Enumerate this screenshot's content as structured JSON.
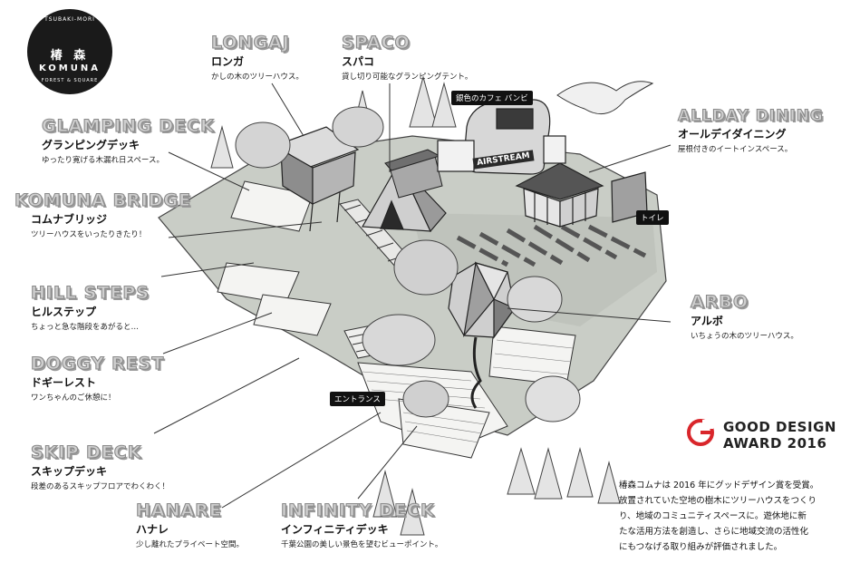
{
  "logo": {
    "top_text": "TSUBAKI-MORI",
    "kanji": "椿 森",
    "name": "KOMUNA",
    "bottom_text": "FOREST & SQUARE"
  },
  "spots": {
    "longaj": {
      "title": "LONGAJ",
      "jp": "ロンガ",
      "desc": "かしの木のツリーハウス。"
    },
    "spaco": {
      "title": "SPACO",
      "jp": "スパコ",
      "desc": "貸し切り可能なグランピングテント。"
    },
    "glamping": {
      "title": "GLAMPING DECK",
      "jp": "グランピングデッキ",
      "desc": "ゆったり寛げる木漏れ日スペース。"
    },
    "allday": {
      "title": "ALLDAY DINING",
      "jp": "オールデイダイニング",
      "desc": "屋根付きのイートインスペース。"
    },
    "bridge": {
      "title": "KOMUNA BRIDGE",
      "jp": "コムナブリッジ",
      "desc": "ツリーハウスをいったりきたり！"
    },
    "hill": {
      "title": "HILL STEPS",
      "jp": "ヒルステップ",
      "desc": "ちょっと急な階段をあがると…"
    },
    "arbo": {
      "title": "ARBO",
      "jp": "アルボ",
      "desc": "いちょうの木のツリーハウス。"
    },
    "doggy": {
      "title": "DOGGY REST",
      "jp": "ドギーレスト",
      "desc": "ワンちゃんのご休憩に！"
    },
    "skip": {
      "title": "SKIP DECK",
      "jp": "スキップデッキ",
      "desc": "段差のあるスキップフロアでわくわく！"
    },
    "hanare": {
      "title": "HANARE",
      "jp": "ハナレ",
      "desc": "少し離れたプライベート空間。"
    },
    "infinity": {
      "title": "INFINITY DECK",
      "jp": "インフィニティデッキ",
      "desc": "千葉公園の美しい景色を望むビューポイント。"
    }
  },
  "tags": {
    "cafe": "銀色のカフェ バンビ",
    "toilet": "トイレ",
    "entrance": "エントランス",
    "airstream": "AIRSTREAM"
  },
  "award": {
    "line1": "GOOD DESIGN",
    "line2": "AWARD 2016"
  },
  "about": {
    "lines": [
      "椿森コムナは 2016 年にグッドデザイン賞を受賞。",
      "放置されていた空地の樹木にツリーハウスをつくり",
      "り、地域のコミュニティスペースに。遊休地に新",
      "たな活用方法を創造し、さらに地域交流の活性化",
      "にもつなげる取り組みが評価されました。"
    ]
  },
  "colors": {
    "award_red": "#d9262b",
    "tag_bg": "#111111",
    "title_fill": "#cfcfcf"
  }
}
